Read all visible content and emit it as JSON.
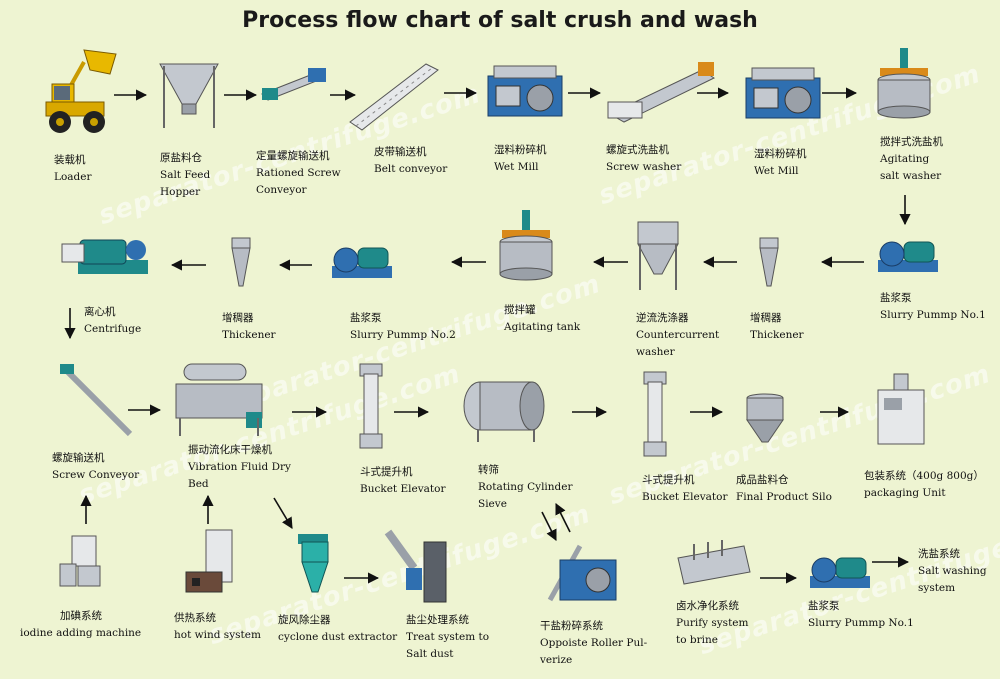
{
  "title": "Process flow chart of salt crush and wash",
  "watermark": "separator-centrifuge.com",
  "nodes": {
    "loader": {
      "zh": "装载机",
      "en": [
        "Loader"
      ]
    },
    "feed_hopper": {
      "zh": "原盐料仓",
      "en": [
        "Salt Feed",
        "Hopper"
      ]
    },
    "rationed_screw_conveyor": {
      "zh": "定量螺旋输送机",
      "en": [
        "Rationed Screw",
        "Conveyor"
      ]
    },
    "belt_conveyor": {
      "zh": "皮带输送机",
      "en": [
        "Belt  conveyor"
      ]
    },
    "wet_mill_1": {
      "zh": "湿料粉碎机",
      "en": [
        "Wet Mill"
      ]
    },
    "screw_washer": {
      "zh": "螺旋式洗盐机",
      "en": [
        "Screw  washer"
      ]
    },
    "wet_mill_2": {
      "zh": "湿料粉碎机",
      "en": [
        "Wet Mill"
      ]
    },
    "agitating_salt_washer": {
      "zh": "搅拌式洗盐机",
      "en": [
        "Agitating",
        "salt washer"
      ]
    },
    "slurry_pump_1": {
      "zh": "盐浆泵",
      "en": [
        "Slurry Pummp No.1"
      ]
    },
    "thickener_1": {
      "zh": "增稠器",
      "en": [
        "Thickener"
      ]
    },
    "countercurrent_washer": {
      "zh": "逆流洗涤器",
      "en": [
        "Countercurrent",
        "washer"
      ]
    },
    "agitating_tank": {
      "zh": "搅拌罐",
      "en": [
        "Agitating tank"
      ]
    },
    "slurry_pump_2": {
      "zh": "盐浆泵",
      "en": [
        "Slurry Pummp No.2"
      ]
    },
    "thickener_2": {
      "zh": "增稠器",
      "en": [
        "Thickener"
      ]
    },
    "centrifuge": {
      "zh": "离心机",
      "en": [
        "Centrifuge"
      ]
    },
    "screw_conveyor": {
      "zh": "螺旋输送机",
      "en": [
        "Screw  Conveyor"
      ]
    },
    "vibration_fluid_dry_bed": {
      "zh": "振动流化床干燥机",
      "en": [
        "Vibration Fluid Dry",
        "Bed"
      ]
    },
    "bucket_elevator_1": {
      "zh": "斗式提升机",
      "en": [
        "Bucket Elevator"
      ]
    },
    "rotating_cylinder_sieve": {
      "zh": "转筛",
      "en": [
        "Rotating  Cylinder",
        "Sieve"
      ]
    },
    "bucket_elevator_2": {
      "zh": "斗式提升机",
      "en": [
        "Bucket Elevator"
      ]
    },
    "final_product_silo": {
      "zh": "成品盐料仓",
      "en": [
        "Final  Product Silo"
      ]
    },
    "packaging_unit": {
      "zh": "包装系统（400g 800g）",
      "en": [
        "packaging  Unit"
      ]
    },
    "iodine_adding_machine": {
      "zh": "加碘系统",
      "en": [
        "iodine adding machine"
      ]
    },
    "hot_wind_system": {
      "zh": "供热系统",
      "en": [
        "hot wind system"
      ]
    },
    "cyclone_dust_extractor": {
      "zh": "旋风除尘器",
      "en": [
        "cyclone dust extractor"
      ]
    },
    "salt_dust_treatment": {
      "zh": "盐尘处理系统",
      "en": [
        "Treat system to",
        "Salt dust"
      ]
    },
    "roller_pulverize": {
      "zh": "干盐粉碎系统",
      "en": [
        "Oppoiste Roller Pul-",
        "verize"
      ]
    },
    "brine_purify": {
      "zh": "卤水净化系统",
      "en": [
        "Purify  system",
        "to  brine"
      ]
    },
    "slurry_pump_3": {
      "zh": "盐浆泵",
      "en": [
        "Slurry Pummp No.1"
      ]
    },
    "salt_washing_system": {
      "zh": "洗盐系统",
      "en": [
        "Salt washing",
        "system"
      ]
    }
  },
  "colors": {
    "background": "#eef4d2",
    "steel": "#b7bcc4",
    "equipment_blue": "#2f6fb0",
    "equipment_teal": "#1f8a8a",
    "loader_yellow": "#e8b800",
    "accent_orange": "#d98a1a"
  }
}
